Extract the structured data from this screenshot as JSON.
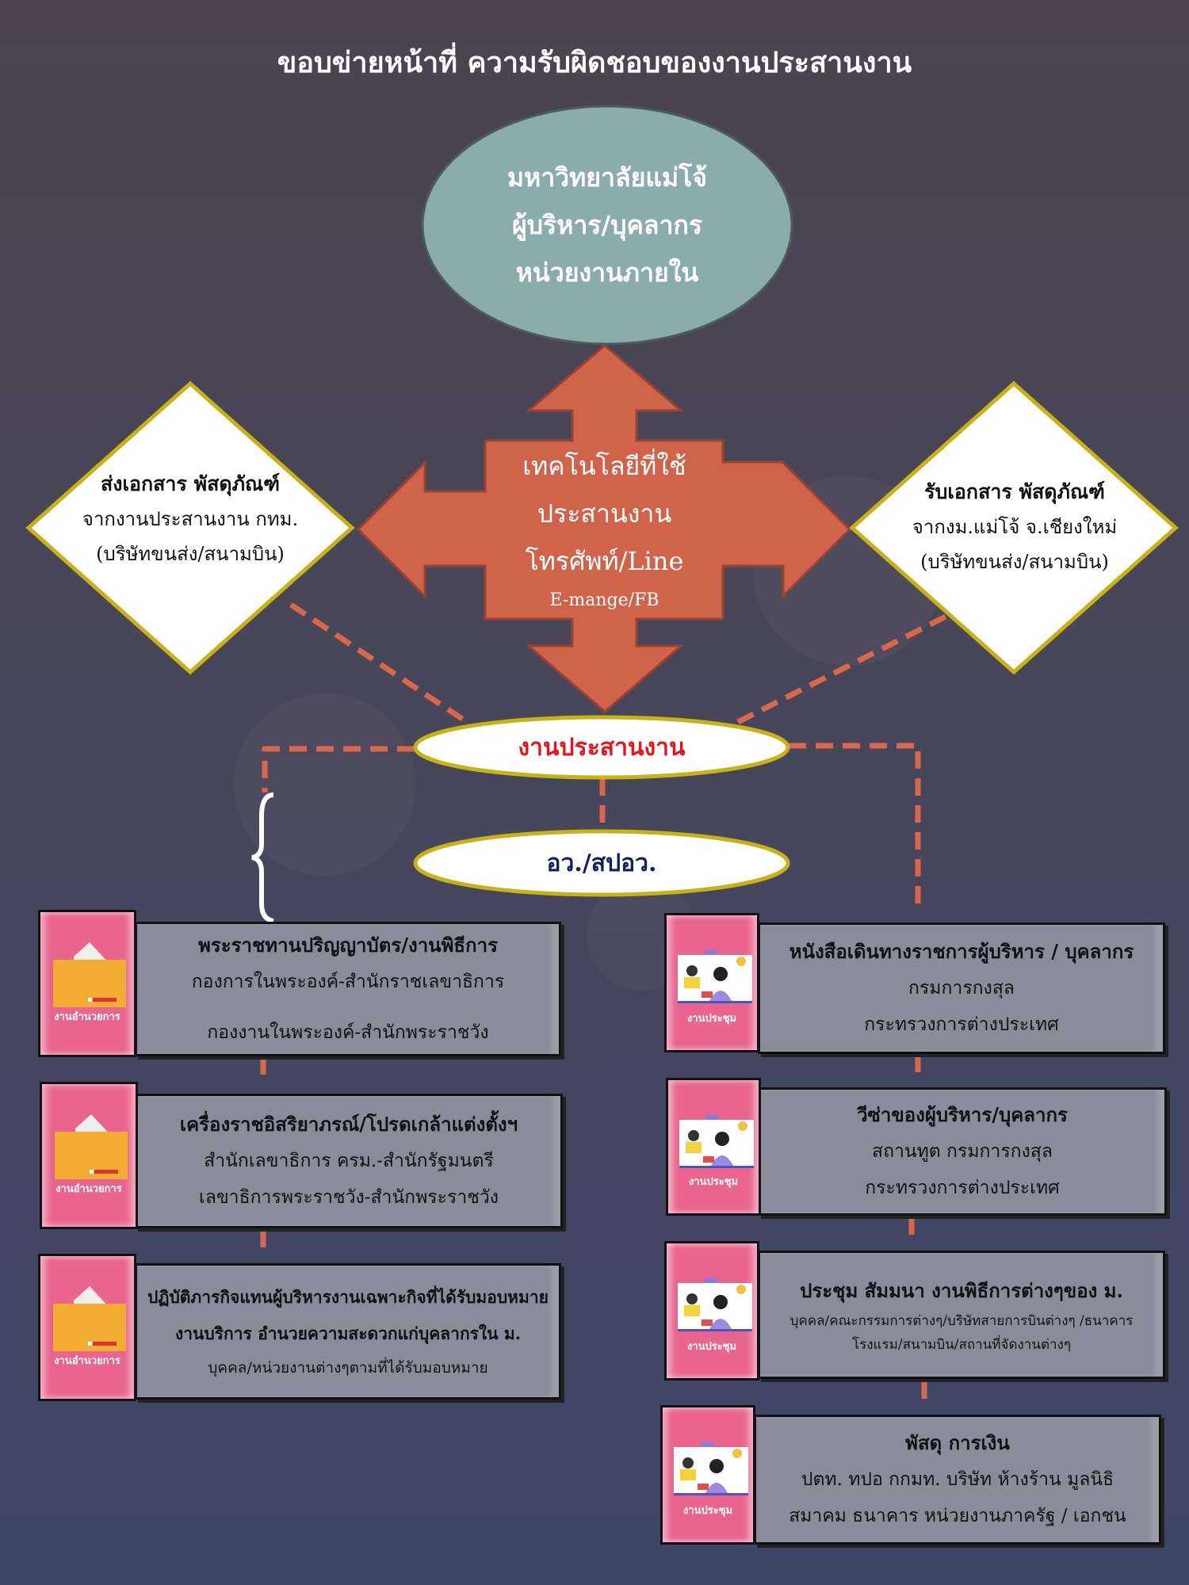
{
  "title": "ขอบข่ายหน้าที่ ความรับผิดชอบของงานประสานงาน",
  "top_oval": [
    "มหาวิทยาลัยแม่โจ้",
    "ผู้บริหาร/บุคลากร",
    "หน่วยงานภายใน"
  ],
  "left_diamond": {
    "heading": "ส่งเอกสาร พัสดุภัณฑ์",
    "lines": [
      "จากงานประสานงาน กทม.",
      "(บริษัทขนส่ง/สนามบิน)"
    ]
  },
  "right_diamond": {
    "heading": "รับเอกสาร พัสดุภัณฑ์",
    "lines": [
      "จากงม.แม่โจ้ จ.เชียงใหม่",
      "(บริษัทขนส่ง/สนามบิน)"
    ]
  },
  "cross": {
    "lines": [
      "เทคโนโลยีที่ใช้",
      "ประสานงาน",
      "โทรศัพท์/Line"
    ],
    "small": "E-mange/FB"
  },
  "center_node": "งานประสานงาน",
  "sub_node": "อว./สปอว.",
  "colors": {
    "arrow": "#d0644a",
    "oval": "#8aacac",
    "node_border": "#c9b215",
    "dash": "#d9674c",
    "pink": "#e9658f",
    "card": "#8a8c9b"
  },
  "left_cards": [
    {
      "tag": "งานอำนวยการ",
      "icon": "folder-icon",
      "heading": "พระราชทานปริญญาบัตร/งานพิธีการ",
      "lines": [
        "กองการในพระองค์-สำนักราชเลขาธิการ",
        "กองงานในพระองค์-สำนักพระราชวัง"
      ]
    },
    {
      "tag": "งานอำนวยการ",
      "icon": "folder-icon",
      "heading": "เครื่องราชอิสริยาภรณ์/โปรดเกล้าแต่งตั้งฯ",
      "lines": [
        "สำนักเลขาธิการ ครม.-สำนักรัฐมนตรี",
        "เลขาธิการพระราชวัง-สำนักพระราชวัง"
      ]
    },
    {
      "tag": "งานอำนวยการ",
      "icon": "folder-icon",
      "heading": "ปฏิบัติภารกิจแทนผู้บริหารงานเฉพาะกิจที่ได้รับมอบหมาย",
      "lines": [
        "งานบริการ อำนวยความสะดวกแก่บุคลากรใน ม.",
        "บุคคล/หน่วยงานต่างๆตามที่ได้รับมอบหมาย"
      ]
    }
  ],
  "right_cards": [
    {
      "tag": "งานประชุม",
      "icon": "meeting-icon",
      "heading": "หนังสือเดินทางราชการผู้บริหาร / บุคลากร",
      "lines": [
        "กรมการกงสุล",
        "กระทรวงการต่างประเทศ"
      ]
    },
    {
      "tag": "งานประชุม",
      "icon": "meeting-icon",
      "heading": "วีซ่าของผู้บริหาร/บุคลากร",
      "lines": [
        "สถานทูต กรมการกงสุล",
        "กระทรวงการต่างประเทศ"
      ]
    },
    {
      "tag": "งานประชุม",
      "icon": "meeting-icon",
      "heading": "ประชุม สัมมนา งานพิธีการต่างๆของ ม.",
      "lines": [
        "บุคคล/คณะกรรมการต่างๆ/บริษัทสายการบินต่างๆ /ธนาคาร",
        "โรงแรม/สนามบิน/สถานที่จัดงานต่างๆ"
      ]
    },
    {
      "tag": "งานประชุม",
      "icon": "meeting-icon",
      "heading": "พัสดุ   การเงิน",
      "lines": [
        "ปตท. ทปอ กกมท. บริษัท  ห้างร้าน มูลนิธิ",
        "สมาคม ธนาคาร   หน่วยงานภาครัฐ / เอกชน"
      ]
    }
  ]
}
